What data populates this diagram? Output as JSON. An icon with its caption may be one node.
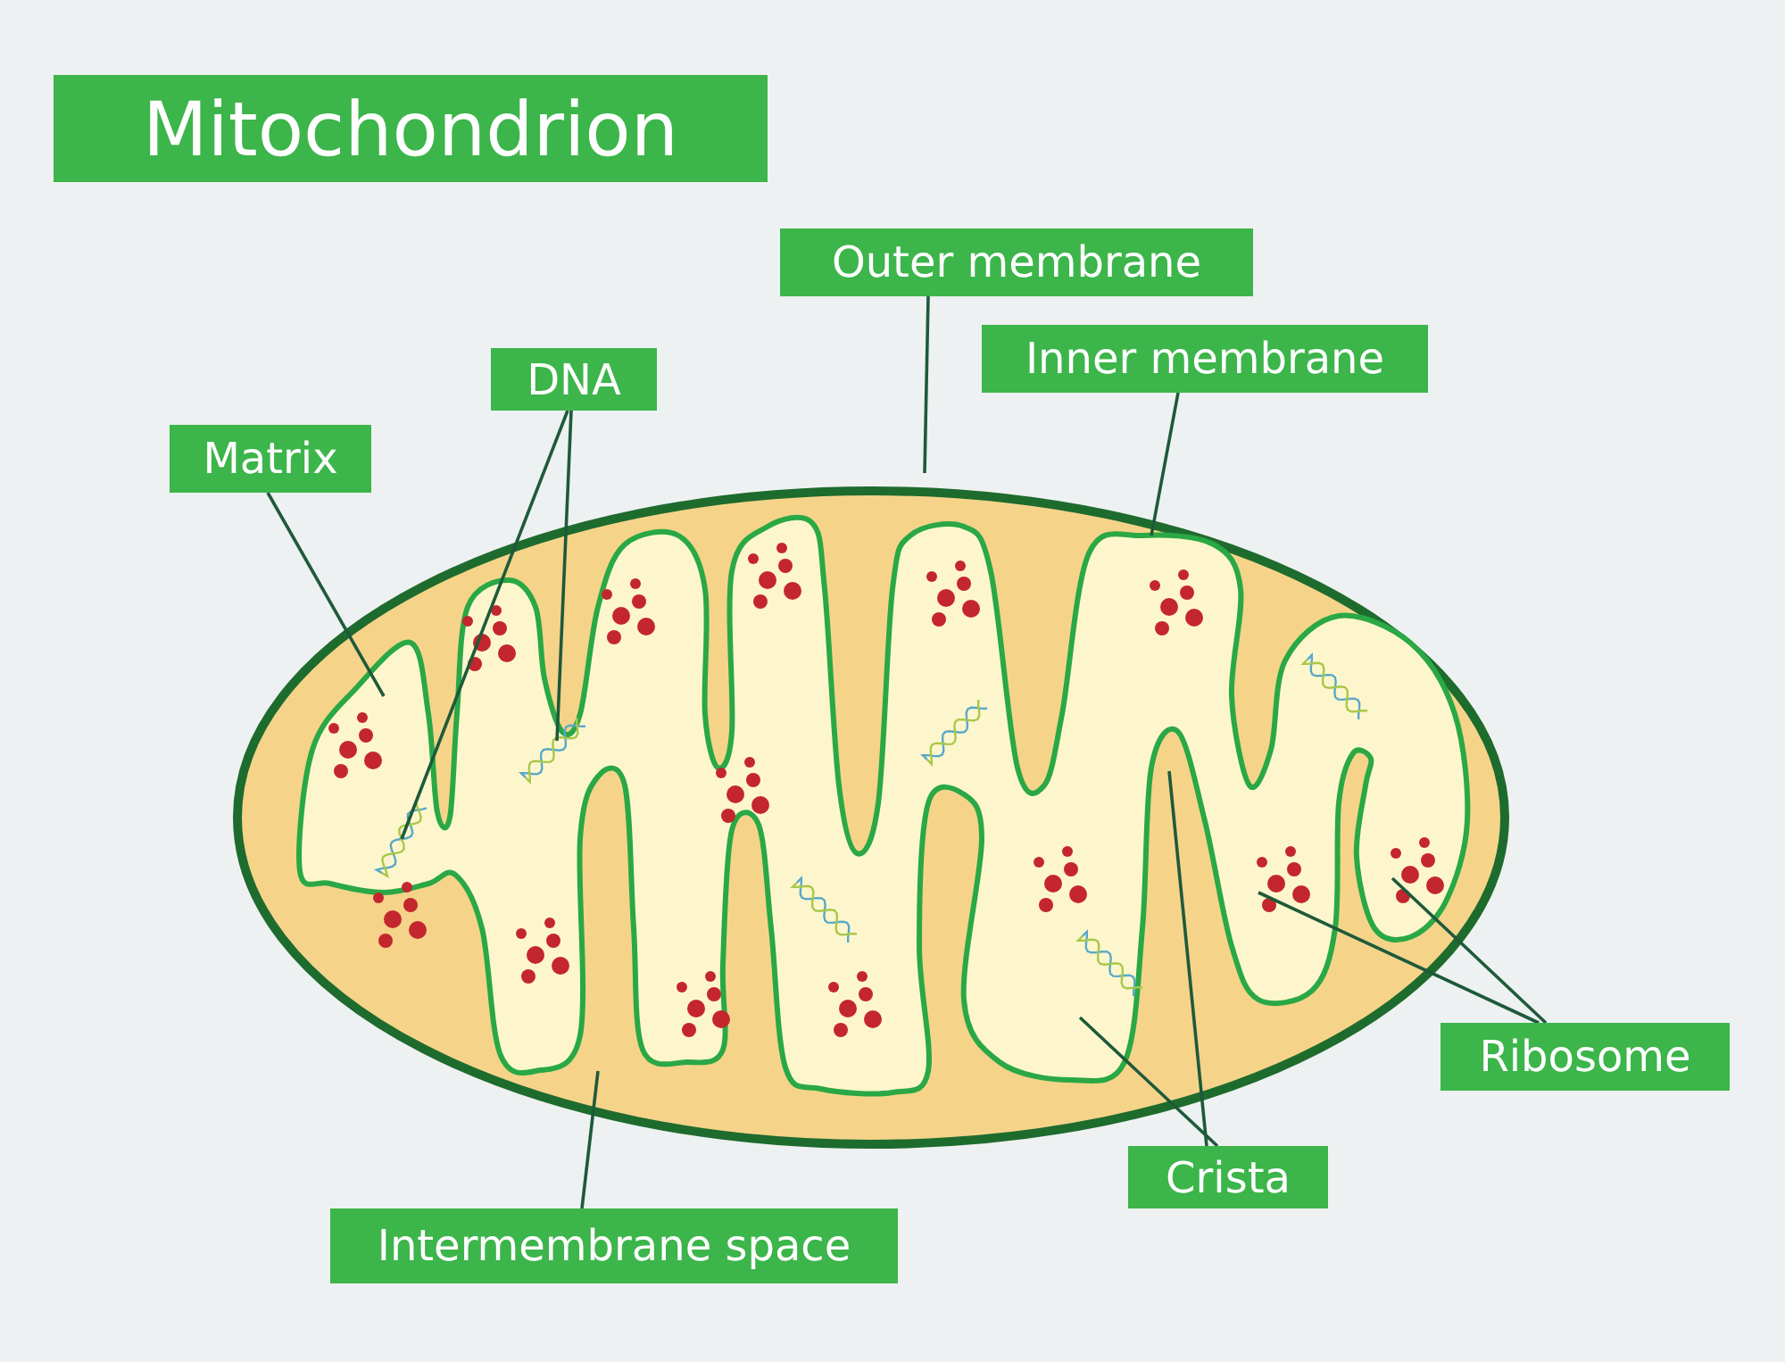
{
  "diagram": {
    "title": "Mitochondrion",
    "nodes": [
      {
        "text": [
          "Outer membrane"
        ]
      },
      {
        "text": [
          "Inner membrane"
        ]
      },
      {
        "text": [
          "DNA"
        ]
      },
      {
        "text": [
          "Matrix"
        ]
      },
      {
        "text": [
          "Ribosome"
        ]
      },
      {
        "text": [
          "Crista"
        ]
      },
      {
        "text": [
          "Intermembrane space"
        ]
      }
    ],
    "edges": [
      {
        "from": 0,
        "to": null,
        "arrow": "none"
      },
      {
        "from": 1,
        "to": null,
        "arrow": "none"
      },
      {
        "from": 2,
        "to": null,
        "arrow": "none"
      },
      {
        "from": 2,
        "to": null,
        "arrow": "none"
      },
      {
        "from": 3,
        "to": null,
        "arrow": "none"
      },
      {
        "from": 4,
        "to": null,
        "arrow": "none"
      },
      {
        "from": 4,
        "to": null,
        "arrow": "none"
      },
      {
        "from": 5,
        "to": null,
        "arrow": "none"
      },
      {
        "from": 5,
        "to": null,
        "arrow": "none"
      },
      {
        "from": 6,
        "to": null,
        "arrow": "none"
      }
    ]
  }
}
